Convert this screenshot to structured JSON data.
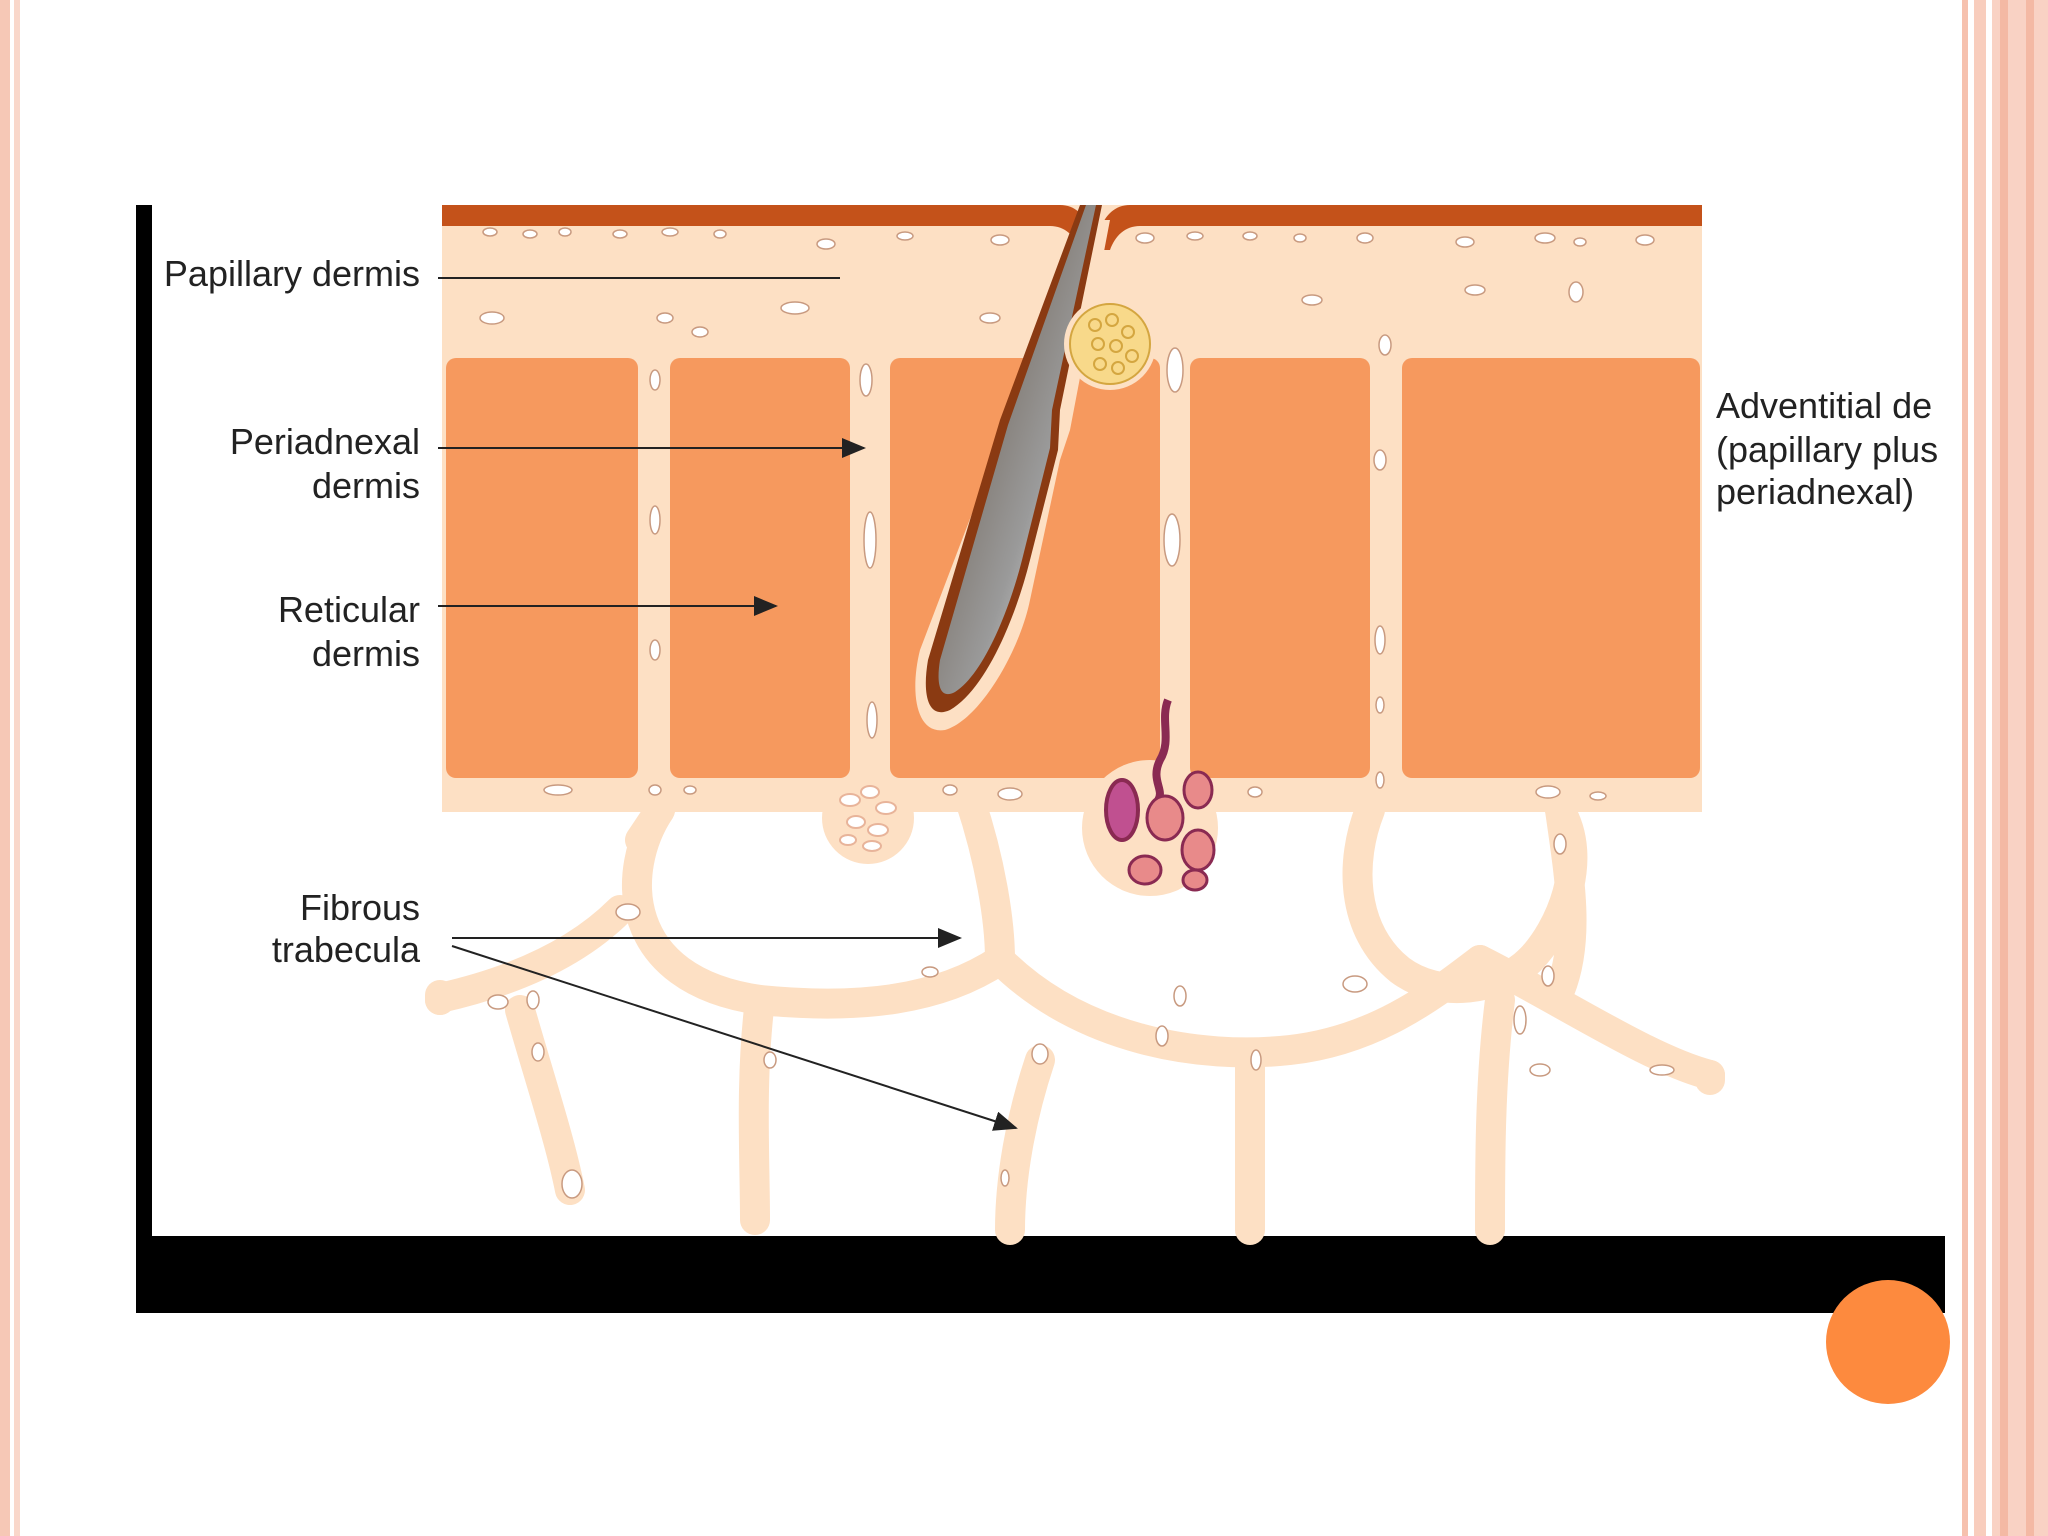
{
  "diagram": {
    "labels": {
      "papillary": "Papillary dermis",
      "periadnexal_1": "Periadnexal",
      "periadnexal_2": "dermis",
      "reticular_1": "Reticular",
      "reticular_2": "dermis",
      "fibrous_1": "Fibrous",
      "fibrous_2": "trabecula",
      "adventitial_1": "Adventitial de",
      "adventitial_2": "(papillary plus",
      "adventitial_3": "periadnexal)"
    }
  },
  "colors": {
    "epidermis": "#c4521a",
    "dermis_light": "#fde0c4",
    "reticular_block": "#f6995e",
    "hair_shaft": "#5a4a3a",
    "sebaceous": "#f8d98a",
    "sweat_gland": "#e88a8a",
    "accent_circle": "#fd8a3e"
  }
}
